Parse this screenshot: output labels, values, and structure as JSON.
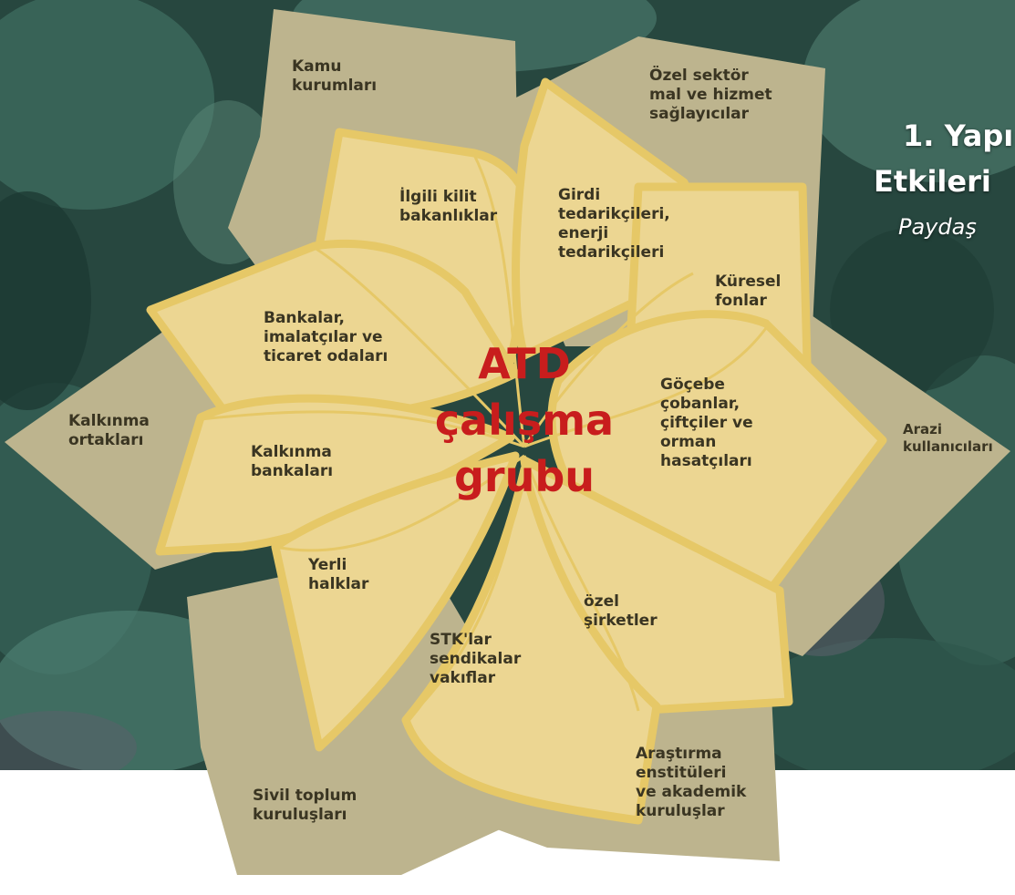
{
  "colors": {
    "outer_petal": "#bdb48e",
    "inner_petal": "#ecd692",
    "inner_stroke": "#e6c867",
    "center_text": "#c81d1d",
    "label_text": "#3a3522",
    "background": "#27473f"
  },
  "header": {
    "title_line1": "1. Yapı",
    "title_line2": "Etkileri",
    "subtitle": "Paydaş"
  },
  "diagram": {
    "center_label": "ATD\nçalışma\ngrubu",
    "outer_labels": [
      "Kamu\nkurumları",
      "Özel sektör\nmal ve hizmet\nsağlayıcılar",
      "Kalkınma\nortakları",
      "Arazi\nkullanıcıları",
      "Sivil toplum\nkuruluşları",
      "Araştırma\nenstitüleri\nve akademik\nkuruluşlar"
    ],
    "inner_labels": [
      "İlgili kilit\nbakanlıklar",
      "Girdi\ntedarikçileri,\nenerji\ntedarikçileri",
      "Küresel\nfonlar",
      "Bankalar,\nimalatçılar ve\nticaret odaları",
      "Göçebe\nçobanlar,\nçiftçiler ve\norman\nhasatçıları",
      "Kalkınma\nbankaları",
      "Yerli\nhalklar",
      "özel\nşirketler",
      "STK'lar\nsendikalar\nvakıflar"
    ]
  }
}
